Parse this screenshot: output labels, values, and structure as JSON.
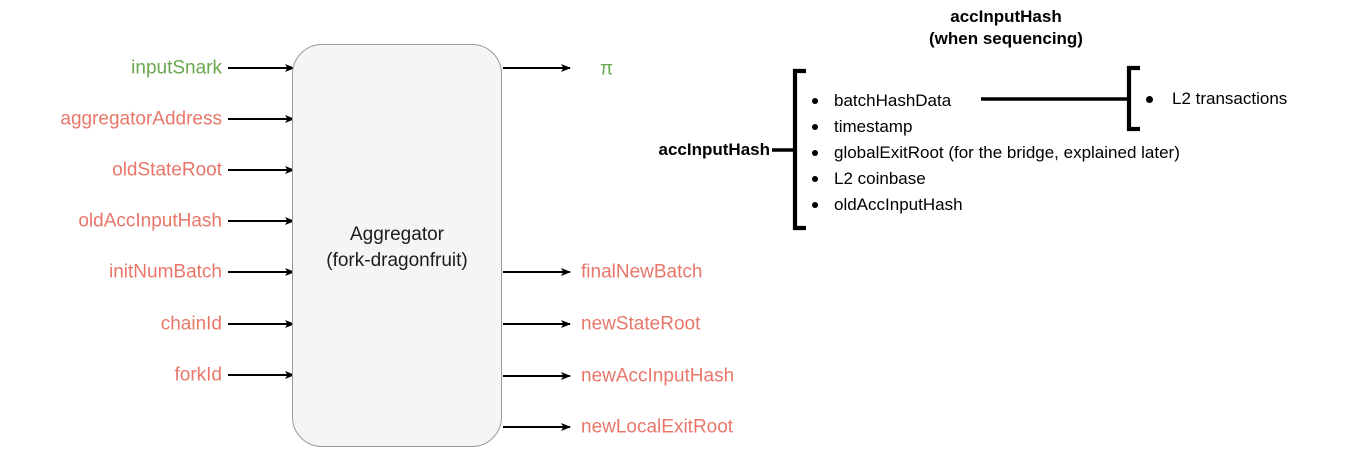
{
  "diagram": {
    "aggregator": {
      "title": "Aggregator",
      "subtitle": "(fork-dragonfruit)",
      "label": "Aggregator\n(fork-dragonfruit)",
      "fill_color": "#f5f5f5",
      "border_color": "#9a9a9a"
    },
    "colors": {
      "public_input_green": "#6aa84f",
      "field_red": "#e8776a",
      "line_black": "#000000"
    },
    "inputs": [
      {
        "label": "inputSnark",
        "color": "green"
      },
      {
        "label": "aggregatorAddress",
        "color": "red"
      },
      {
        "label": "oldStateRoot",
        "color": "red"
      },
      {
        "label": "oldAccInputHash",
        "color": "red"
      },
      {
        "label": "initNumBatch",
        "color": "red"
      },
      {
        "label": "chainId",
        "color": "red"
      },
      {
        "label": "forkId",
        "color": "red"
      }
    ],
    "outputs": [
      {
        "label": "π",
        "color": "green"
      },
      {
        "label": "finalNewBatch",
        "color": "red"
      },
      {
        "label": "newStateRoot",
        "color": "red"
      },
      {
        "label": "newAccInputHash",
        "color": "red"
      },
      {
        "label": "newLocalExitRoot",
        "color": "red"
      }
    ],
    "panel": {
      "title": "accInputHash\n(when sequencing)",
      "title_line1": "accInputHash",
      "title_line2": "(when sequencing)",
      "group_label": "accInputHash",
      "items": [
        "batchHashData",
        "timestamp",
        "globalExitRoot (for the bridge, explained later)",
        "L2 coinbase",
        "oldAccInputHash"
      ],
      "expansion": {
        "source_item": "batchHashData",
        "items": [
          "L2 transactions"
        ]
      }
    }
  }
}
